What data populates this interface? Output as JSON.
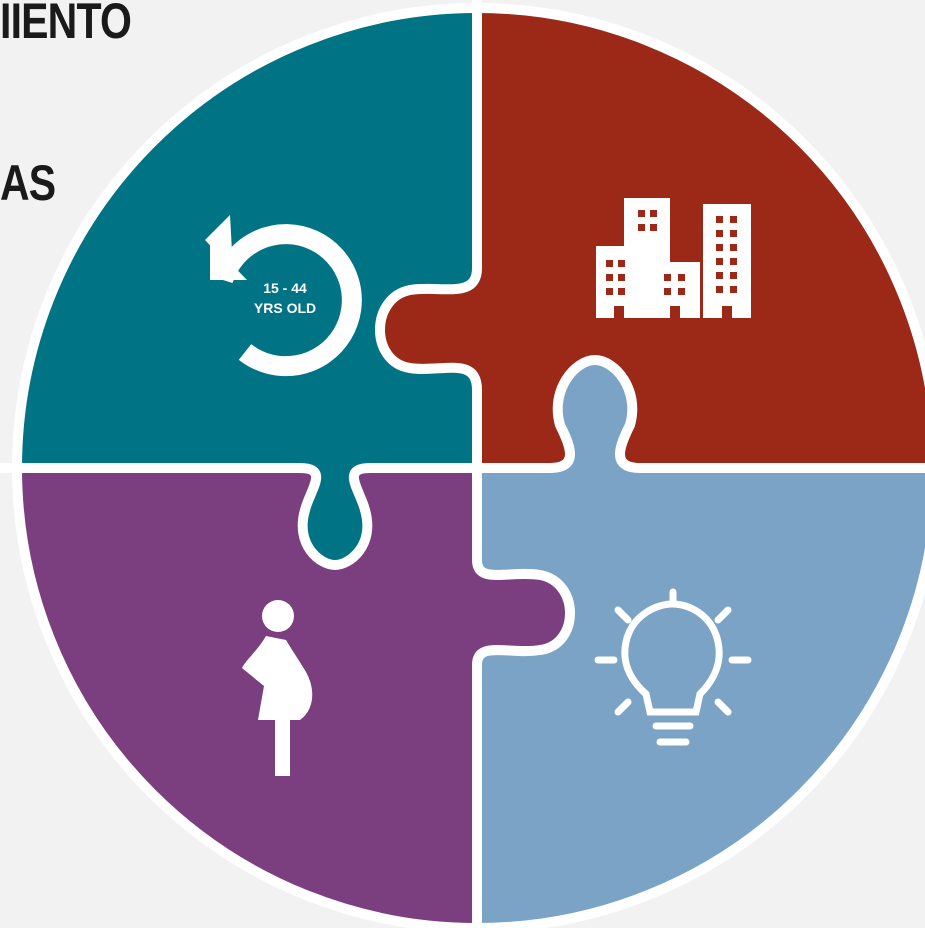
{
  "heading_fragments": [
    "IIENTO",
    "AS"
  ],
  "pieces": [
    {
      "id": "age",
      "color": "#007485",
      "icon": "refresh-cycle-icon",
      "label_line1": "15 - 44",
      "label_line2": "YRS OLD"
    },
    {
      "id": "urban",
      "color": "#9c2817",
      "icon": "city-buildings-icon"
    },
    {
      "id": "pregnancy",
      "color": "#7b3f80",
      "icon": "pregnant-woman-icon"
    },
    {
      "id": "ideas",
      "color": "#7aa3c6",
      "icon": "lightbulb-icon"
    }
  ],
  "outline_color": "#ffffff"
}
